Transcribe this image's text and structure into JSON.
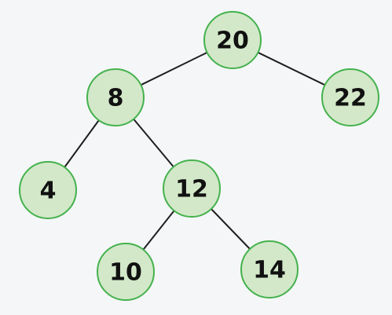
{
  "tree": {
    "nodes": [
      {
        "id": "n20",
        "label": "20"
      },
      {
        "id": "n8",
        "label": "8"
      },
      {
        "id": "n22",
        "label": "22"
      },
      {
        "id": "n4",
        "label": "4"
      },
      {
        "id": "n12",
        "label": "12"
      },
      {
        "id": "n10",
        "label": "10"
      },
      {
        "id": "n14",
        "label": "14"
      }
    ],
    "edges": [
      {
        "from": "n20",
        "to": "n8"
      },
      {
        "from": "n20",
        "to": "n22"
      },
      {
        "from": "n8",
        "to": "n4"
      },
      {
        "from": "n8",
        "to": "n12"
      },
      {
        "from": "n12",
        "to": "n10"
      },
      {
        "from": "n12",
        "to": "n14"
      }
    ]
  },
  "colors": {
    "background": "#f5f6f8",
    "node_fill": "#d3e8c9",
    "node_stroke": "#44b24d",
    "edge": "#1f1f1f",
    "text": "#111111"
  }
}
